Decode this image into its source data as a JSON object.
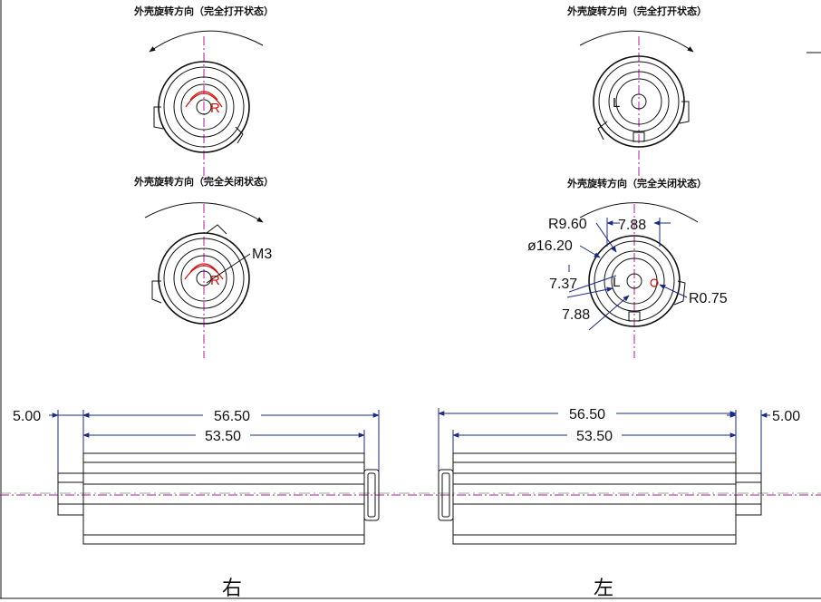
{
  "captions": {
    "top_left": "外壳旋转方向（完全打开状态）",
    "top_right": "外壳旋转方向（完全打开状态）",
    "mid_left": "外壳旋转方向（完全关闭状态）",
    "mid_right": "外壳旋转方向（完全关闭状态）"
  },
  "markers": {
    "right_marker": "R",
    "left_marker": "L"
  },
  "dimensions": {
    "thread": "M3",
    "radius_outer": "R9.60",
    "width_top": "7.88",
    "diameter": "ø16.20",
    "width_mid": "7.37",
    "width_bottom": "7.88",
    "radius_small": "R0.75",
    "left_overall": "56.50",
    "left_body": "53.50",
    "left_cap": "5.00",
    "right_overall": "56.50",
    "right_body": "53.50",
    "right_cap": "5.00"
  },
  "bottom_labels": {
    "right_view": "右",
    "left_view": "左"
  },
  "colors": {
    "line": "#111111",
    "dimension": "#1a2a80",
    "centerline": "#b0189a",
    "marker_red": "#cc1111"
  }
}
